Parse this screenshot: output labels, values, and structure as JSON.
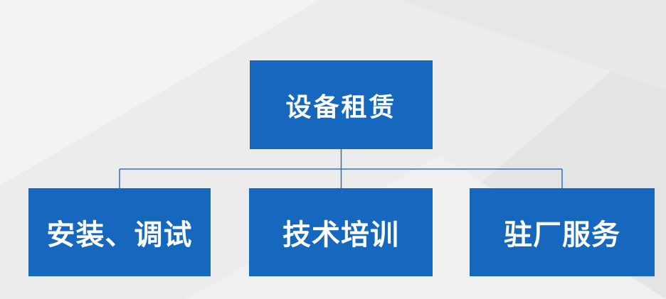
{
  "diagram": {
    "root": {
      "label": "设备租赁"
    },
    "children": [
      {
        "label": "安装、调试"
      },
      {
        "label": "技术培训"
      },
      {
        "label": "驻厂服务"
      }
    ]
  },
  "colors": {
    "box_fill": "#1568be",
    "box_text": "#ffffff",
    "connector": "#2e74b5",
    "background": "#ececec"
  }
}
